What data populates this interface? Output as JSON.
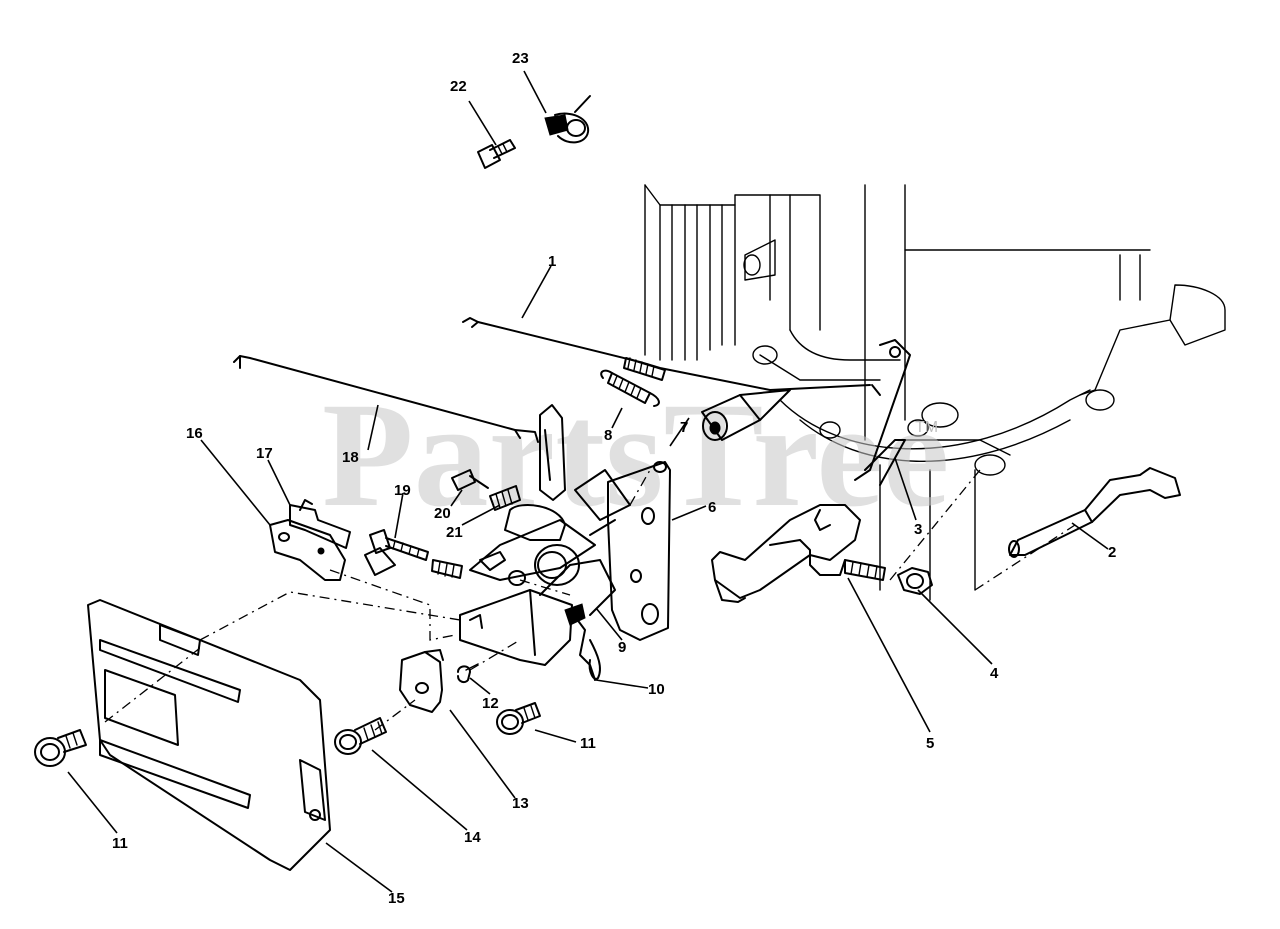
{
  "watermark": {
    "text": "PartsTree",
    "trademark": "TM"
  },
  "parts": [
    {
      "id": "p1",
      "label": "1"
    },
    {
      "id": "p2",
      "label": "2"
    },
    {
      "id": "p3",
      "label": "3"
    },
    {
      "id": "p4",
      "label": "4"
    },
    {
      "id": "p5",
      "label": "5"
    },
    {
      "id": "p6",
      "label": "6"
    },
    {
      "id": "p7",
      "label": "7"
    },
    {
      "id": "p8",
      "label": "8"
    },
    {
      "id": "p9",
      "label": "9"
    },
    {
      "id": "p10",
      "label": "10"
    },
    {
      "id": "p11a",
      "label": "11"
    },
    {
      "id": "p11b",
      "label": "11"
    },
    {
      "id": "p12",
      "label": "12"
    },
    {
      "id": "p13",
      "label": "13"
    },
    {
      "id": "p14",
      "label": "14"
    },
    {
      "id": "p15",
      "label": "15"
    },
    {
      "id": "p16",
      "label": "16"
    },
    {
      "id": "p17",
      "label": "17"
    },
    {
      "id": "p18",
      "label": "18"
    },
    {
      "id": "p19",
      "label": "19"
    },
    {
      "id": "p20",
      "label": "20"
    },
    {
      "id": "p21",
      "label": "21"
    },
    {
      "id": "p22",
      "label": "22"
    },
    {
      "id": "p23",
      "label": "23"
    }
  ]
}
